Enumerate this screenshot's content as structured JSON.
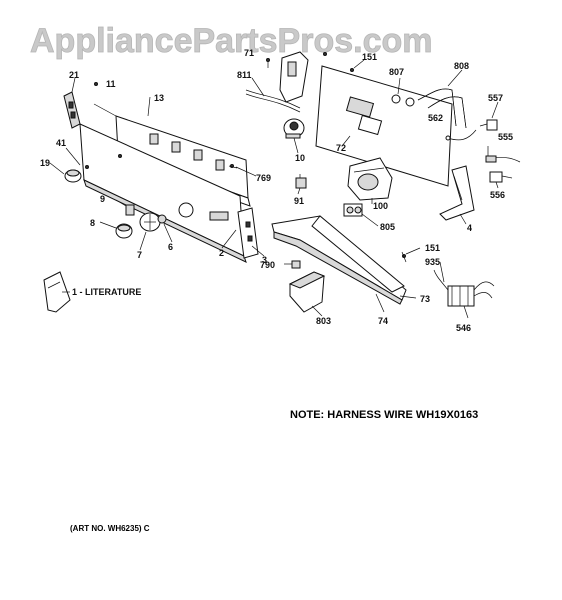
{
  "watermark": "AppliancePartsPros.com",
  "note": "NOTE: HARNESS WIRE WH19X0163",
  "art_no": "(ART NO. WH6235) C",
  "literature_label": "1 - LITERATURE",
  "callouts": {
    "p71": "71",
    "p811": "811",
    "p151a": "151",
    "p807": "807",
    "p808": "808",
    "p557": "557",
    "p562": "562",
    "p555": "555",
    "p556": "556",
    "p21": "21",
    "p11": "11",
    "p13": "13",
    "p41": "41",
    "p19": "19",
    "p10": "10",
    "p72": "72",
    "p769": "769",
    "p91": "91",
    "p100": "100",
    "p4": "4",
    "p805": "805",
    "p9": "9",
    "p8": "8",
    "p7": "7",
    "p6": "6",
    "p2": "2",
    "p3": "3",
    "p790": "790",
    "p151b": "151",
    "p935": "935",
    "p803": "803",
    "p74": "74",
    "p73": "73",
    "p546": "546"
  }
}
